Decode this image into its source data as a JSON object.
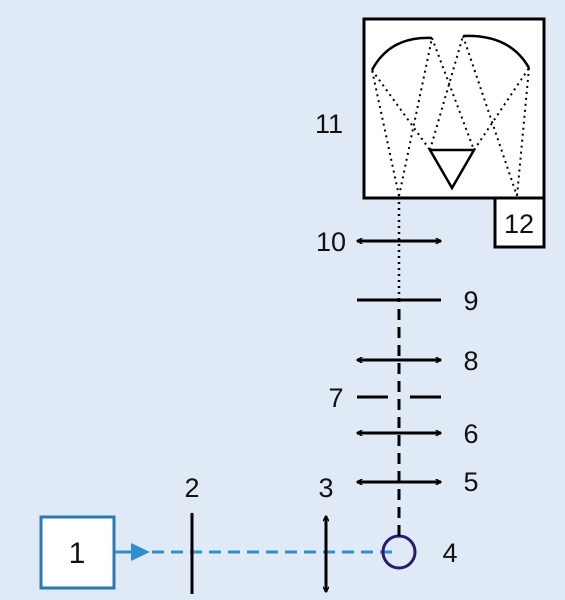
{
  "labels": {
    "source": "1",
    "aperture": "2",
    "lens_in": "3",
    "sample": "4",
    "lens_5": "5",
    "lens_6": "6",
    "slit_7": "7",
    "lens_8": "8",
    "slit_9": "9",
    "lens_10": "10",
    "spectrometer": "11",
    "detector": "12"
  },
  "colors": {
    "background": "#dfeaf6",
    "source_box": "#2a7ab5",
    "beam": "#2f8fd0",
    "sample_ring": "#2d1a6e",
    "optics": "#000000"
  }
}
